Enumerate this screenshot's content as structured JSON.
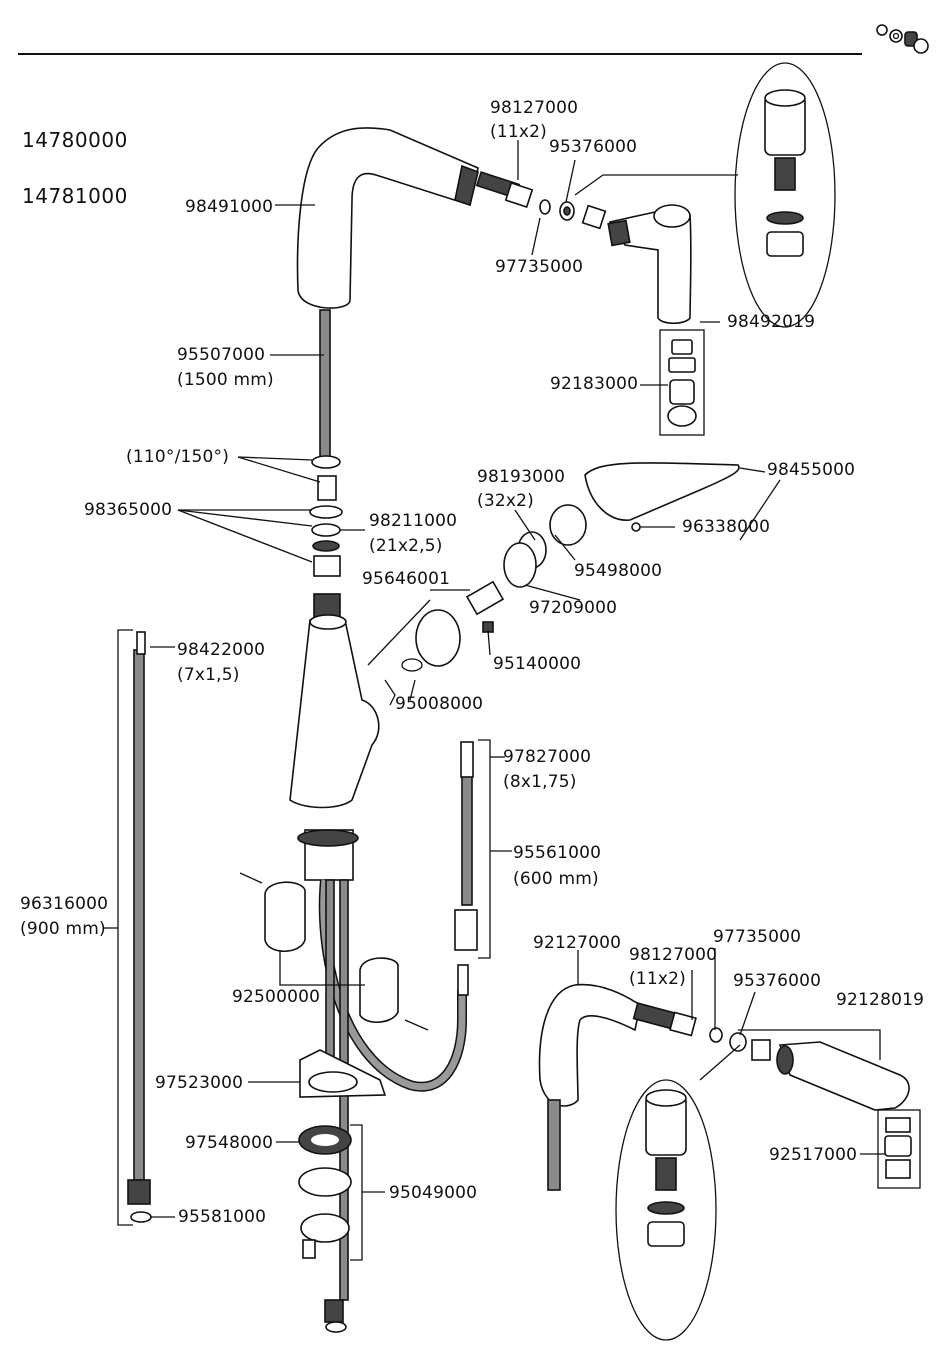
{
  "models": [
    "14780000",
    "14781000"
  ],
  "parts": {
    "p98127000_top": "98127000",
    "p98127000_top_size": "(11x2)",
    "p95376000_top": "95376000",
    "p98491000": "98491000",
    "p97735000_top": "97735000",
    "p98492019": "98492019",
    "p95507000": "95507000",
    "p95507000_len": "(1500 mm)",
    "p92183000": "92183000",
    "p_angle": "(110°/150°)",
    "p98193000": "98193000",
    "p98193000_size": "(32x2)",
    "p98455000": "98455000",
    "p98365000": "98365000",
    "p98211000": "98211000",
    "p98211000_size": "(21x2,5)",
    "p96338000": "96338000",
    "p95646001": "95646001",
    "p95498000": "95498000",
    "p97209000": "97209000",
    "p98422000": "98422000",
    "p98422000_size": "(7x1,5)",
    "p95140000": "95140000",
    "p95008000": "95008000",
    "p97827000": "97827000",
    "p97827000_size": "(8x1,75)",
    "p95561000": "95561000",
    "p95561000_len": "(600 mm)",
    "p96316000": "96316000",
    "p96316000_len": "(900 mm)",
    "p92127000": "92127000",
    "p98127000_bot": "98127000",
    "p98127000_bot_size": "(11x2)",
    "p97735000_bot": "97735000",
    "p95376000_bot": "95376000",
    "p92128019": "92128019",
    "p92500000": "92500000",
    "p97523000": "97523000",
    "p97548000": "97548000",
    "p95049000": "95049000",
    "p92517000": "92517000",
    "p95581000": "95581000"
  }
}
